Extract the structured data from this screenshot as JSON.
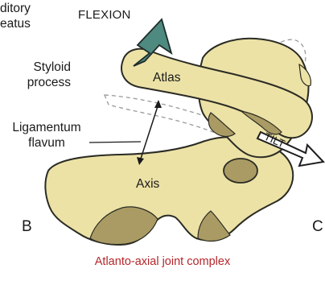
{
  "labels": {
    "auditory_meatus": "ditory\neatus",
    "styloid_process": "Styloid\nprocess",
    "ligamentum_flavum": "Ligamentum\nflavum",
    "flexion": "FLEXION",
    "atlas": "Atlas",
    "axis": "Axis",
    "tilt": "TILT",
    "panel_b": "B",
    "panel_c": "C"
  },
  "caption": "Atlanto-axial joint complex",
  "colors": {
    "bone_fill": "#ece2a6",
    "bone_shadow": "#a99b63",
    "bone_outline": "#2b2b24",
    "flexion_arrow": "#4f8a80",
    "tilt_arrow": "#ffffff",
    "dashed_outline": "#9a9a9a",
    "caption": "#b5262b"
  }
}
